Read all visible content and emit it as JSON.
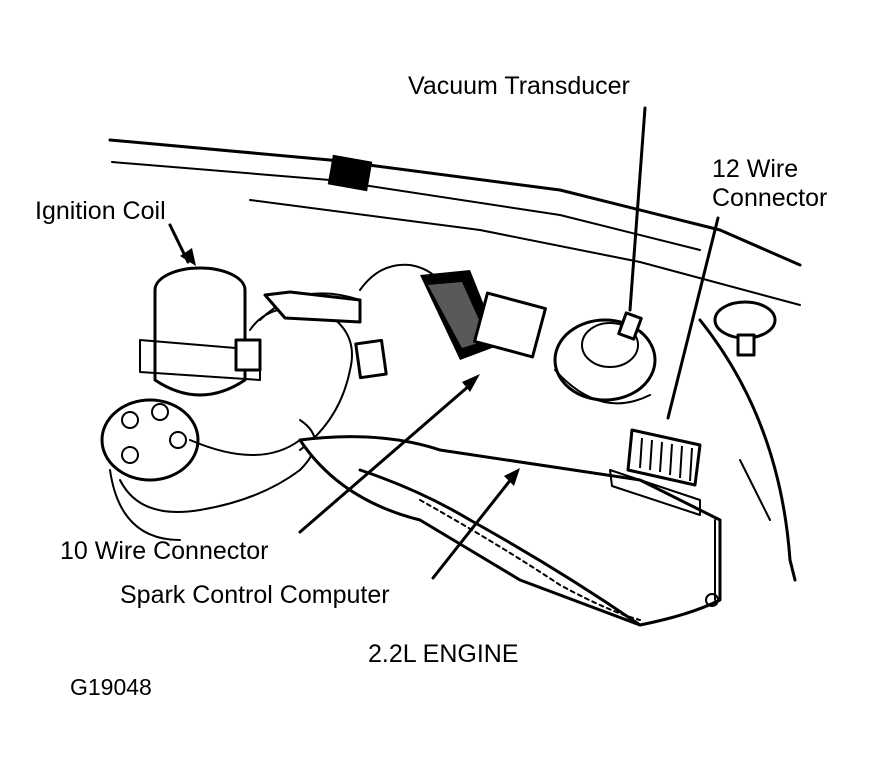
{
  "labels": {
    "vacuum_transducer": "Vacuum Transducer",
    "wire12_line1": "12 Wire",
    "wire12_line2": "Connector",
    "ignition_coil": "Ignition Coil",
    "wire10": "10 Wire Connector",
    "spark_computer": "Spark Control Computer",
    "engine": "2.2L ENGINE",
    "figure_id": "G19048"
  },
  "colors": {
    "ink": "#000000",
    "paper": "#ffffff"
  }
}
